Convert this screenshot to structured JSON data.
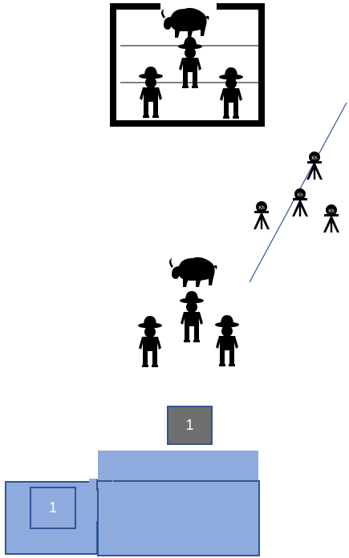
{
  "colors": {
    "figure": "#000000",
    "line": "#2f5597",
    "platform_fill": "#8faadc",
    "platform_stroke": "#2f5597",
    "marker_fill": "#6f6f6f",
    "label_text": "#ffffff"
  },
  "icons": {
    "animal": "bull-icon",
    "person": "cowboy-icon",
    "tripod": "camera-tripod-icon"
  },
  "labels": {
    "upper_marker": "1",
    "lower_marker": "1",
    "tripod_tag": "Kh"
  }
}
